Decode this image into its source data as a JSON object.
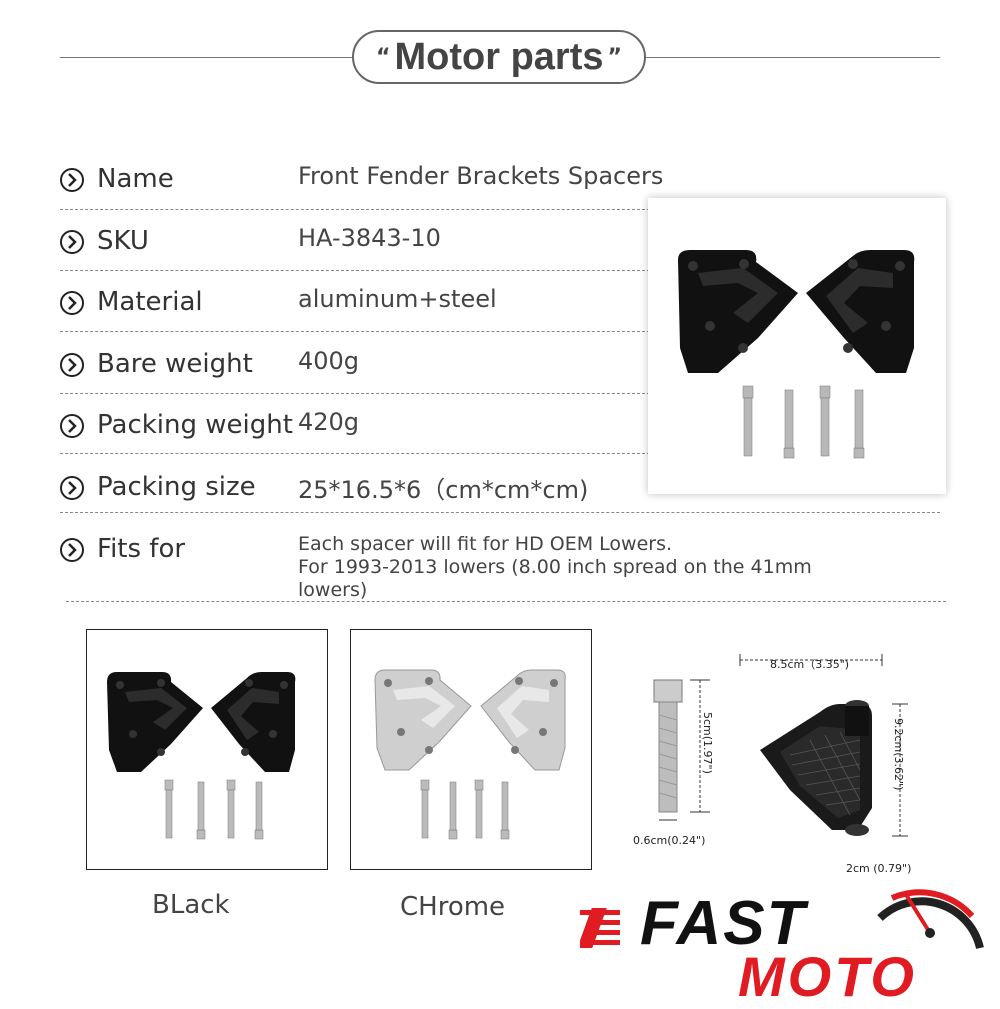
{
  "header": {
    "title": "Motor parts",
    "open_quote": "“",
    "close_quote": "”"
  },
  "specs": [
    {
      "label": "Name",
      "value": "Front Fender Brackets Spacers"
    },
    {
      "label": "SKU",
      "value": "HA-3843-10"
    },
    {
      "label": "Material",
      "value": "aluminum+steel"
    },
    {
      "label": "Bare weight",
      "value": "400g"
    },
    {
      "label": "Packing weight",
      "value": "420g"
    },
    {
      "label": "Packing size",
      "value": "25*16.5*6（cm*cm*cm)"
    },
    {
      "label": "Fits for",
      "value_lines": [
        "Each spacer will fit for HD OEM Lowers.",
        "For 1993-2013 lowers (8.00 inch spread on the 41mm",
        "lowers)"
      ]
    }
  ],
  "variants": [
    {
      "caption": "BLack",
      "color": "#1a1a1a"
    },
    {
      "caption": "CHrome",
      "color": "#c8c8c8"
    }
  ],
  "dimensions": {
    "width": "8.5cm（3.35\")",
    "height": "9.2cm(3.62\")",
    "bolt_length": "5cm(1.97\")",
    "bolt_diameter": "0.6cm(0.24\")",
    "thickness": "2cm (0.79\")"
  },
  "brand": {
    "line1": "FAST",
    "line2": "MOTO",
    "accent_color": "#e01b22"
  }
}
